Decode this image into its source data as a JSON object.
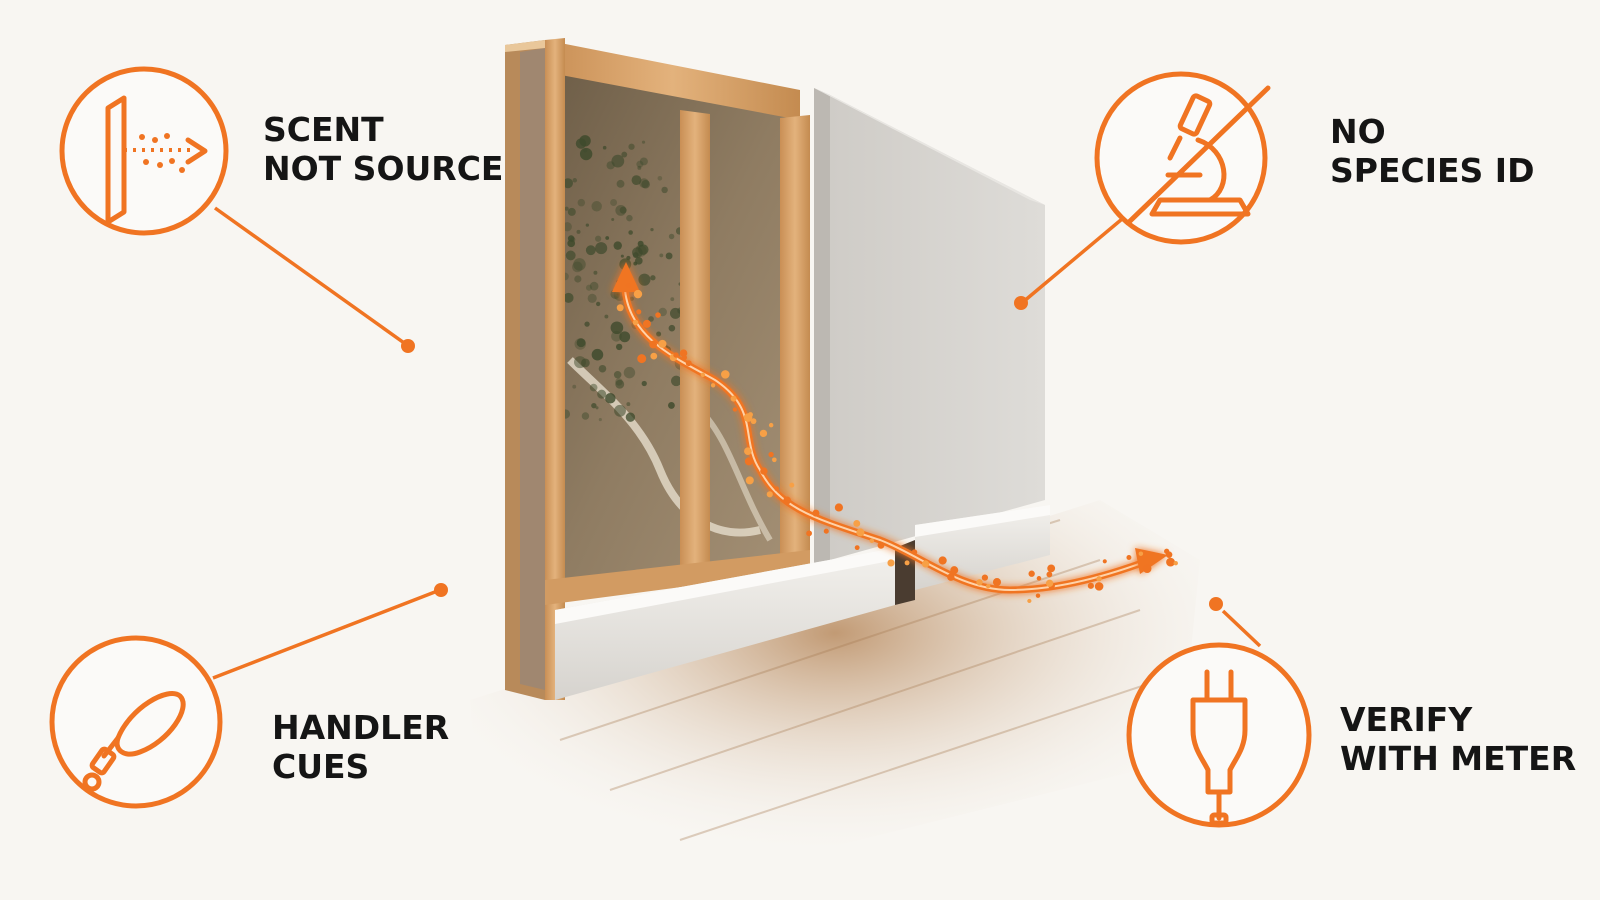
{
  "accent_color": "#f07422",
  "callouts": {
    "scent": {
      "icon": "scent-particles-icon",
      "lines": [
        "SCENT",
        "NOT SOURCE"
      ]
    },
    "species": {
      "icon": "crossed-microscope-icon",
      "lines": [
        "NO",
        "SPECIES ID"
      ]
    },
    "handler": {
      "icon": "dog-leash-icon",
      "lines": [
        "HANDLER",
        "CUES"
      ]
    },
    "meter": {
      "icon": "moisture-meter-probe-icon",
      "lines": [
        "VERIFY",
        "WITH METER"
      ]
    }
  },
  "illustration": {
    "subject": "wall-cutaway-with-mold-and-scent-path",
    "colors": {
      "wood": "#d9a46a",
      "drywall": "#d4d2ce",
      "floor": "#b88a5e",
      "mold": "#3e4a2c"
    }
  }
}
